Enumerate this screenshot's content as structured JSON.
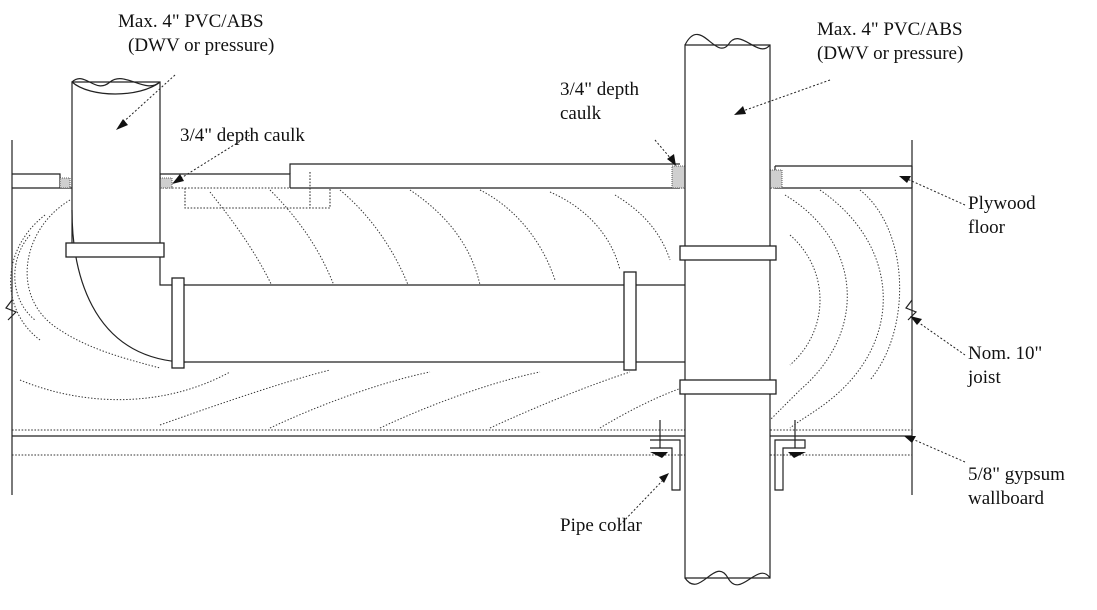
{
  "labels": {
    "left_pipe": [
      "Max. 4\" PVC/ABS",
      "(DWV or pressure)"
    ],
    "right_pipe": [
      "Max. 4\" PVC/ABS",
      "(DWV or pressure)"
    ],
    "caulk_left": "3/4\" depth caulk",
    "caulk_right": [
      "3/4\" depth",
      "caulk"
    ],
    "plywood": [
      "Plywood",
      "floor"
    ],
    "joist": [
      "Nom. 10\"",
      "joist"
    ],
    "gypsum": [
      "5/8\" gypsum",
      "wallboard"
    ],
    "collar": "Pipe collar"
  }
}
